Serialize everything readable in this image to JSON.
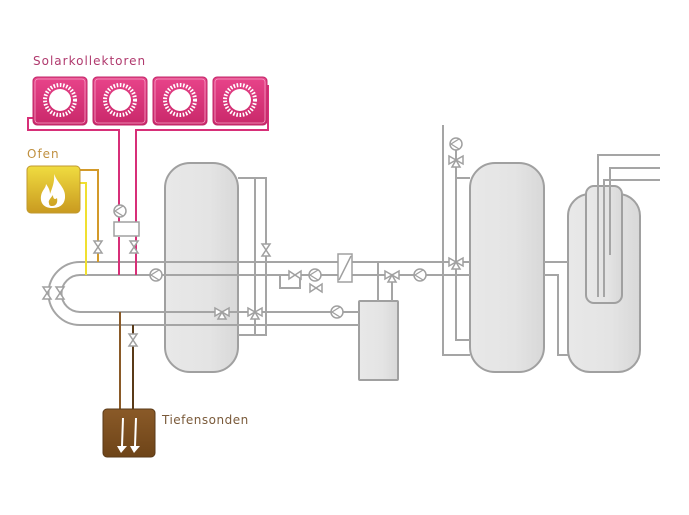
{
  "labels": {
    "solar": "Solarkollektoren",
    "ofen": "Ofen",
    "tiefensonden": "Tiefensonden"
  },
  "colors": {
    "solar": "#d72f78",
    "solar_label": "#b03a6e",
    "ofen": "#d6ae24",
    "ofen_label": "#c09040",
    "ofen_pipe": "#d39a2a",
    "ofen_pipe2": "#f0e030",
    "sonden": "#7a4e22",
    "sonden_label": "#7a5a3a",
    "pipe": "#a5a5a5",
    "tank": "#e4e4e4"
  },
  "icons": {
    "solar": "sun-icon",
    "ofen": "flame-icon",
    "sonden": "down-arrows-icon"
  }
}
